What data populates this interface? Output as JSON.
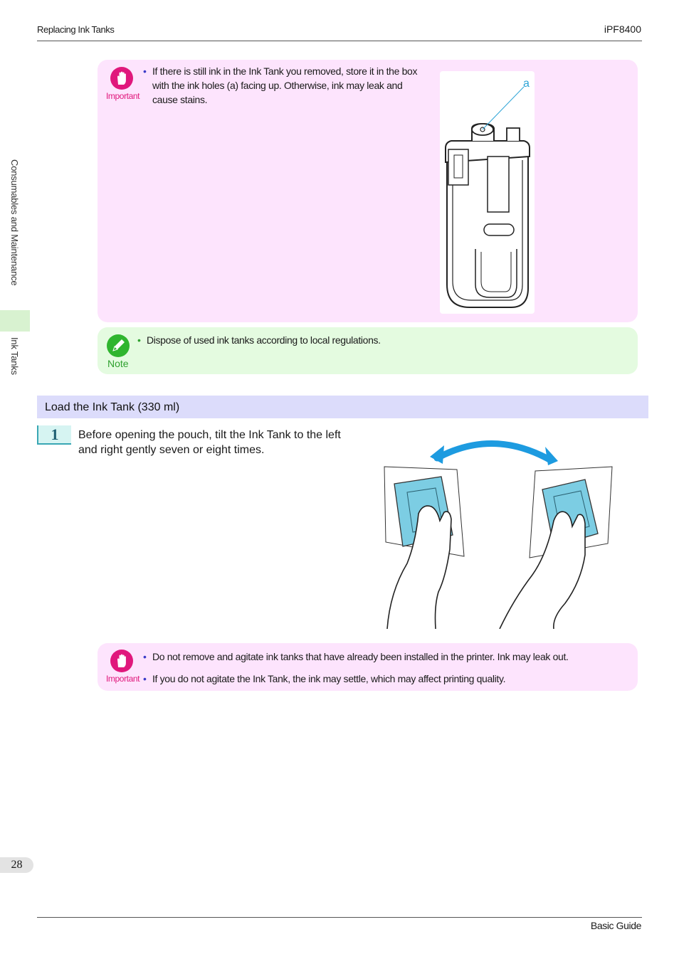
{
  "header": {
    "section": "Replacing Ink Tanks",
    "model": "iPF8400"
  },
  "side_tabs": {
    "chapter": "Consumables and Maintenance",
    "topic": "Ink Tanks"
  },
  "important_1": {
    "label": "Important",
    "bullets": [
      "If there is still ink in the Ink Tank you removed, store it in the box with the ink holes (a) facing up. Otherwise, ink may leak and cause stains."
    ],
    "figure_callout": "a"
  },
  "note": {
    "label": "Note",
    "bullets": [
      "Dispose of used ink tanks according to local regulations."
    ]
  },
  "section": {
    "title": "Load the Ink Tank (330 ml)"
  },
  "step1": {
    "number": "1",
    "text": "Before opening the pouch, tilt the Ink Tank to the left and right gently seven or eight times."
  },
  "important_2": {
    "label": "Important",
    "bullets": [
      "Do not remove and agitate ink tanks that have already been installed in the printer. Ink may leak out.",
      "If you do not agitate the Ink Tank, the ink may settle, which may affect printing quality."
    ]
  },
  "footer": {
    "page_number": "28",
    "guide": "Basic Guide"
  },
  "colors": {
    "important": "#e0187c",
    "note": "#2fb52f",
    "section_bar": "#dcdcfb",
    "tank_blue": "#7ccde3"
  }
}
